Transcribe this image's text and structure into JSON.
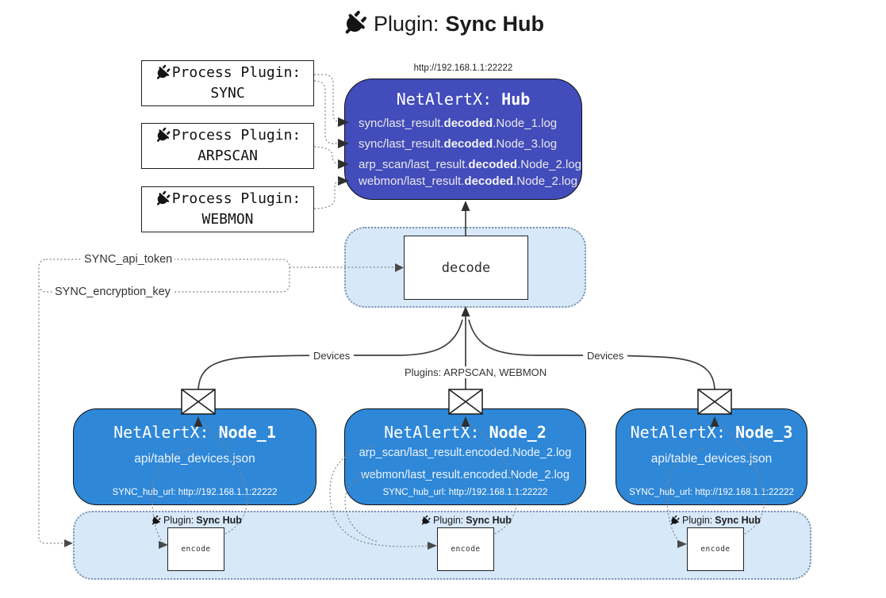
{
  "title": {
    "prefix": "Plugin:",
    "name": "Sync Hub"
  },
  "hub": {
    "url": "http://192.168.1.1:22222",
    "name_prefix": "NetAlertX:",
    "name": "Hub",
    "files": [
      {
        "pre": "sync/last_result.",
        "bold": "decoded",
        "post": ".Node_1.log"
      },
      {
        "pre": "sync/last_result.",
        "bold": "decoded",
        "post": ".Node_3.log"
      },
      {
        "pre": "arp_scan/last_result.",
        "bold": "decoded",
        "post": ".Node_2.log"
      },
      {
        "pre": "webmon/last_result.",
        "bold": "decoded",
        "post": ".Node_2.log"
      }
    ]
  },
  "process_plugins": [
    {
      "label": "Process Plugin:",
      "name": "SYNC"
    },
    {
      "label": "Process Plugin:",
      "name": "ARPSCAN"
    },
    {
      "label": "Process Plugin:",
      "name": "WEBMON"
    }
  ],
  "decode": {
    "label": "decode"
  },
  "settings": {
    "api_token": "SYNC_api_token",
    "encryption_key": "SYNC_encryption_key"
  },
  "edges": {
    "devices_left": "Devices",
    "plugins_middle": "Plugins: ARPSCAN, WEBMON",
    "devices_right": "Devices"
  },
  "nodes": [
    {
      "name_prefix": "NetAlertX:",
      "name": "Node_1",
      "files": [
        "api/table_devices.json"
      ],
      "hub_url": "SYNC_hub_url: http://192.168.1.1:22222"
    },
    {
      "name_prefix": "NetAlertX:",
      "name": "Node_2",
      "files": [
        "arp_scan/last_result.encoded.Node_2.log",
        "webmon/last_result.encoded.Node_2.log"
      ],
      "hub_url": "SYNC_hub_url: http://192.168.1.1:22222"
    },
    {
      "name_prefix": "NetAlertX:",
      "name": "Node_3",
      "files": [
        "api/table_devices.json"
      ],
      "hub_url": "SYNC_hub_url: http://192.168.1.1:22222"
    }
  ],
  "sync_plugins": [
    {
      "label": "Plugin:",
      "name": "Sync Hub",
      "box": "encode"
    },
    {
      "label": "Plugin:",
      "name": "Sync Hub",
      "box": "encode"
    },
    {
      "label": "Plugin:",
      "name": "Sync Hub",
      "box": "encode"
    }
  ],
  "colors": {
    "hub_fill": "#434cbb",
    "node_fill": "#2e87d7",
    "panel_fill": "#d7e8f9",
    "panel_border": "#7d91ab",
    "solid_edge": "#3f3f3f",
    "dotted_edge": "#858585"
  }
}
